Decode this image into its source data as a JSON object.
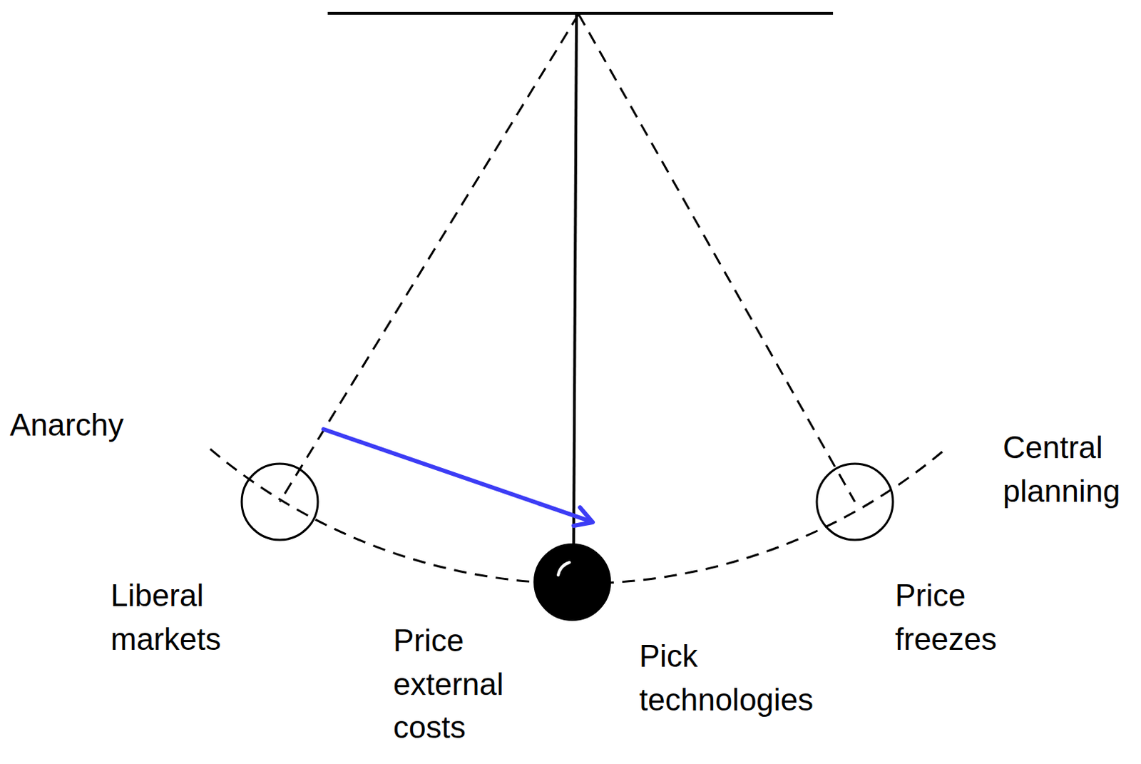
{
  "diagram": {
    "labels": [
      "Anarchy",
      "Central planning",
      "Liberal markets",
      "Price external costs",
      "Pick technologies",
      "Price freezes"
    ]
  }
}
